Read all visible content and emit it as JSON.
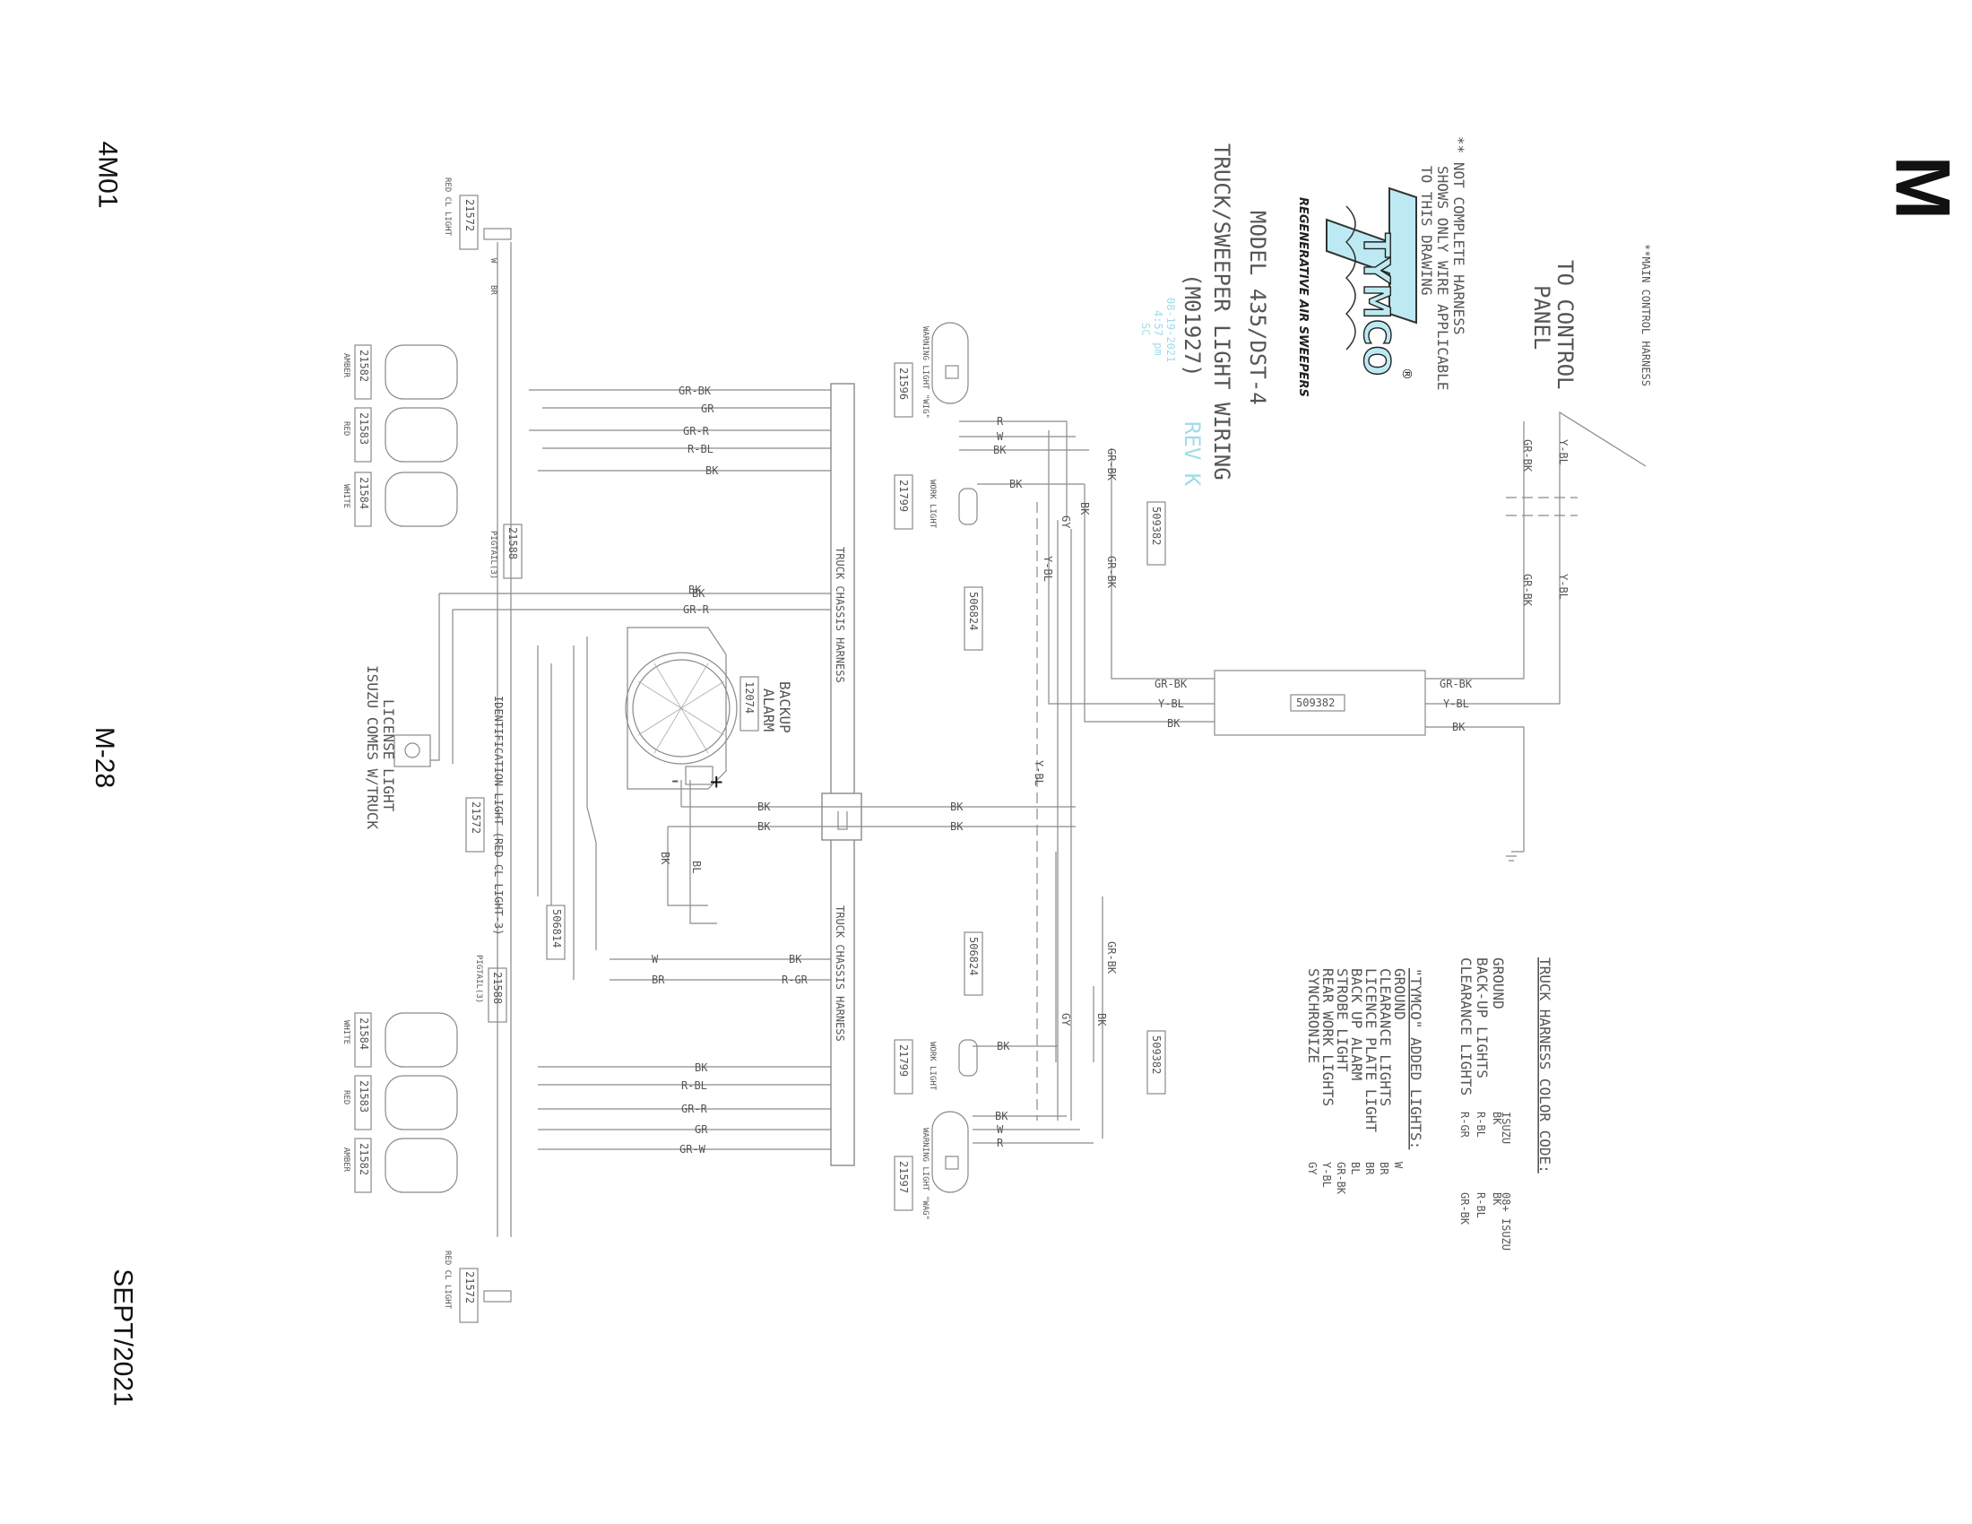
{
  "page": {
    "section_letter": "M",
    "doc_code": "4M01",
    "page_number": "M-28",
    "date": "SEPT/2021"
  },
  "title_block": {
    "model": "MODEL 435/DST-4",
    "title": "TRUCK/SWEEPER LIGHT WIRING",
    "drawing_no": "(M01927)",
    "revision": "REV K",
    "stamp_date": "08-19-2021",
    "stamp_time": "4:57 pm",
    "stamp_initials": "SC",
    "brand": "TYMCO",
    "brand_mark": "®",
    "brand_tagline": "REGENERATIVE AIR SWEEPERS",
    "note_lines": [
      "** NOT COMPLETE HARNESS",
      "SHOWS ONLY WIRE APPLICABLE",
      "TO THIS DRAWING"
    ],
    "main_harness": "**MAIN CONTROL HARNESS",
    "to_panel": [
      "TO CONTROL",
      "PANEL"
    ]
  },
  "color_code": {
    "heading": "TRUCK HARNESS COLOR CODE:",
    "columns": [
      "ISUZU",
      "08+ ISUZU"
    ],
    "rows": [
      {
        "name": "GROUND",
        "isuzu": "BK",
        "isuzu08": "BK"
      },
      {
        "name": "BACK-UP LIGHTS",
        "isuzu": "R-BL",
        "isuzu08": "R-BL"
      },
      {
        "name": "CLEARANCE LIGHTS",
        "isuzu": "R-GR",
        "isuzu08": "GR-BK"
      }
    ],
    "added_heading": "\"TYMCO\" ADDED LIGHTS:",
    "added": [
      {
        "name": "GROUND",
        "code": "W"
      },
      {
        "name": "CLEARANCE LIGHTS",
        "code": "BR"
      },
      {
        "name": "LICENCE PLATE LIGHT",
        "code": "BR"
      },
      {
        "name": "BACK UP ALARM",
        "code": "BL"
      },
      {
        "name": "STROBE LIGHT",
        "code": "GR-BK"
      },
      {
        "name": "REAR WORK LIGHTS",
        "code": "Y-BL"
      },
      {
        "name": "SYNCHRONIZE",
        "code": "GY"
      }
    ]
  },
  "labels": {
    "truck_chassis_harness": "TRUCK CHASSIS HARNESS",
    "backup_alarm": "BACKUP",
    "backup_alarm2": "ALARM",
    "backup_pn": "12074",
    "minus": "-",
    "plus": "+",
    "module_pn": "509382",
    "id_light": "IDENTIFICATION LIGHT (RED CL LIGHT-3)",
    "id_light_pn": "21572",
    "license_light": "LICENSE LIGHT",
    "isuzu_comes": "ISUZU COMES W/TRUCK",
    "red_cl_light": "RED CL LIGHT",
    "pn_21572": "21572",
    "amber": "AMBER",
    "red": "RED",
    "white": "WHITE",
    "pn_21582": "21582",
    "pn_21583": "21583",
    "pn_21584": "21584",
    "pigtail": "PIGTAIL(3)",
    "pn_21588": "21588",
    "warning_wig": "WARNING LIGHT \"WIG\"",
    "warning_wag": "WARNING LIGHT \"WAG\"",
    "pn_21596": "21596",
    "pn_21597": "21597",
    "work_light": "WORK LIGHT",
    "pn_21799": "21799",
    "pn_506824": "506824",
    "pn_506814": "506814",
    "pn_509382": "509382"
  },
  "wires": {
    "GRBK": "GR-BK",
    "GR": "GR",
    "GRR": "GR-R",
    "RBL": "R-BL",
    "BK": "BK",
    "W": "W",
    "R": "R",
    "BR": "BR",
    "RGR": "R-GR",
    "GRW": "GR-W",
    "YBL": "Y-BL",
    "GY": "GY",
    "BL": "BL"
  }
}
